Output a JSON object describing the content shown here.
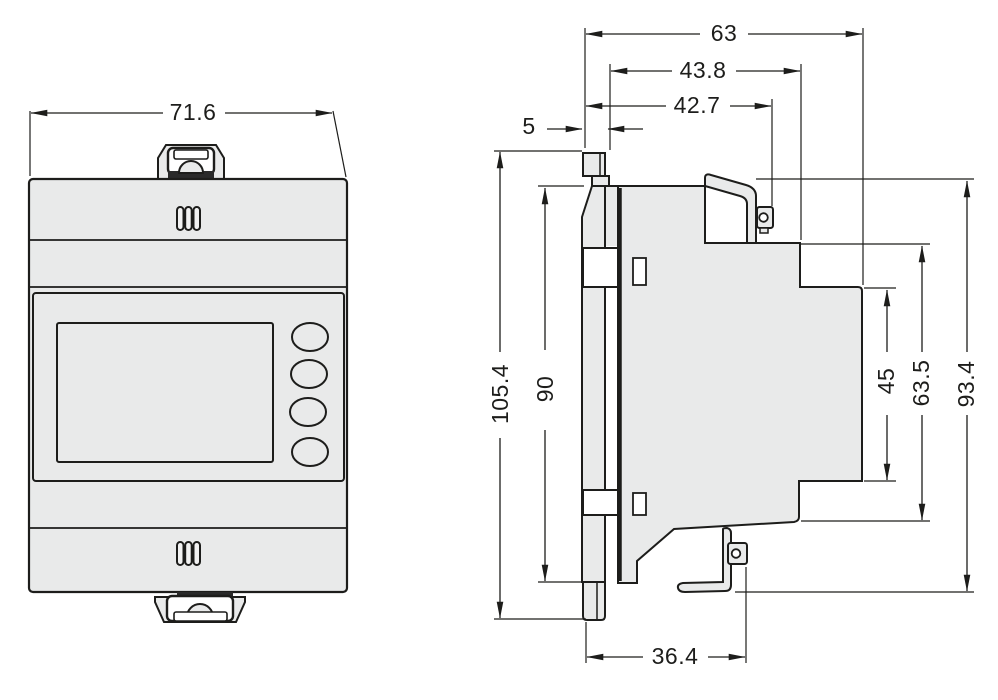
{
  "drawing": {
    "colors": {
      "background": "#ffffff",
      "body_fill": "#e9eaea",
      "line": "#1d1d1b",
      "dark_accent": "#2a2a2a"
    },
    "icons": {
      "din_clip": "din-clip-icon",
      "seal_screw": "seal-screw-icon",
      "seal_slot": "seal-slot-icon",
      "display_screen": "display-screen",
      "function_button": "round-button"
    },
    "views": {
      "front": {
        "dims": {
          "overall_width": "71.6"
        }
      },
      "side": {
        "dims": {
          "overall_depth": "63",
          "depth_rear_section": "43.8",
          "depth_front_section": "42.7",
          "flange_thickness": "5",
          "flange_height": "105.4",
          "body_height": "90",
          "front_bulge_height": "45",
          "mid_section_height": "63.5",
          "overall_height_with_covers": "93.4",
          "base_depth": "36.4"
        }
      }
    }
  }
}
